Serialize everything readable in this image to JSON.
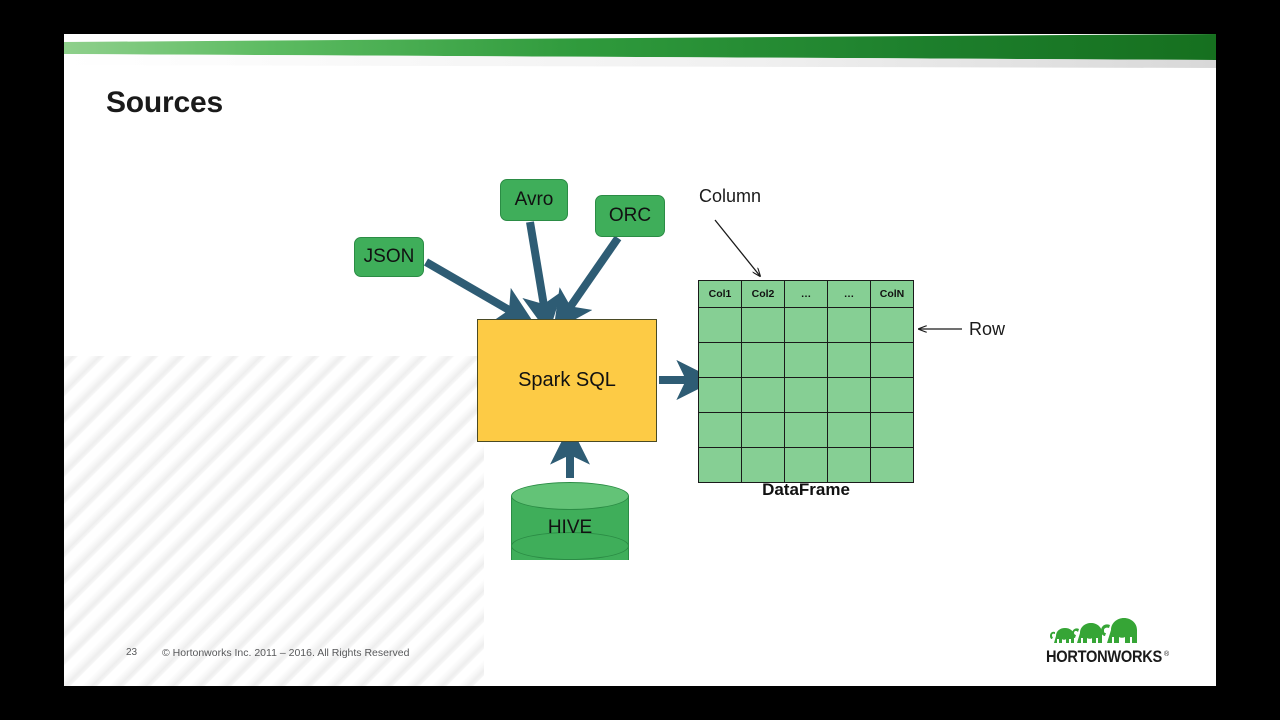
{
  "slide": {
    "title": "Sources",
    "page_number": "23",
    "copyright": "© Hortonworks Inc. 2011 – 2016. All Rights Reserved",
    "brand_name": "HORTONWORKS",
    "colors": {
      "banner_green_dark": "#1d7a2e",
      "banner_green_light": "#7ec97f",
      "source_box_green": "#3fae5a",
      "source_box_border": "#2b8c45",
      "sparksql_yellow": "#fdcb45",
      "sparksql_border": "#4a4a24",
      "arrow_slate": "#2e5c74",
      "table_green": "#86cf94",
      "table_border": "#1a1a1a",
      "logo_green": "#36a536",
      "footer_gray": "#58595b",
      "slide_background": "#ffffff",
      "stage_background": "#000000"
    }
  },
  "diagram": {
    "sources": [
      {
        "id": "json",
        "label": "JSON"
      },
      {
        "id": "avro",
        "label": "Avro"
      },
      {
        "id": "orc",
        "label": "ORC"
      }
    ],
    "engine": {
      "id": "spark-sql",
      "label": "Spark SQL"
    },
    "store": {
      "id": "hive",
      "label": "HIVE"
    },
    "annotations": {
      "column": "Column",
      "row": "Row"
    },
    "dataframe": {
      "caption": "DataFrame",
      "columns": [
        "Col1",
        "Col2",
        "…",
        "…",
        "ColN"
      ],
      "data_row_count": 5,
      "cells": [
        [
          "",
          "",
          "",
          "",
          ""
        ],
        [
          "",
          "",
          "",
          "",
          ""
        ],
        [
          "",
          "",
          "",
          "",
          ""
        ],
        [
          "",
          "",
          "",
          "",
          ""
        ],
        [
          "",
          "",
          "",
          "",
          ""
        ]
      ]
    }
  }
}
